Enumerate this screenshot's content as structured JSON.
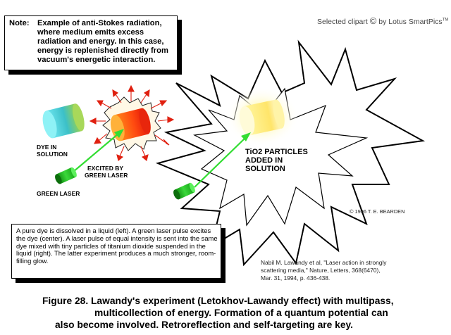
{
  "note": {
    "prefix": "Note:",
    "lines": [
      "Example of anti-Stokes radiation,",
      "where medium emits excess",
      "radiation and energy.  In this case,",
      "energy is replenished directly from",
      "vacuum's energetic interaction."
    ]
  },
  "clipart_credit": "Selected clipart",
  "clipart_copyright": "©",
  "clipart_by": "by Lotus SmartPics",
  "clipart_tm": "TM",
  "labels": {
    "dye_line1": "DYE IN",
    "dye_line2": "SOLUTION",
    "excited_line1": "EXCITED BY",
    "excited_line2": "GREEN LASER",
    "green_laser": "GREEN LASER",
    "tio2_line1": "TiO2 PARTICLES",
    "tio2_line2": "ADDED IN",
    "tio2_line3": "SOLUTION"
  },
  "copyright_bearden": "©   1996   T. E. BEARDEN",
  "description": "A pure dye is dissolved in a liquid (left).  A green laser pulse excites the dye (center).  A laser pulse of equal intensity is sent into the same dye mixed with tiny particles of titanium dioxide suspended in the liquid (right).  The latter experiment produces a much stronger, room-filling glow.",
  "reference": {
    "line1": "Nabil M. Lawandy et al, \"Laser action in strongly",
    "line2": "scattering media,\"  Nature, Letters, 368(6470),",
    "line3": "Mar. 31, 1994, p. 436-438."
  },
  "caption": {
    "line1": "Figure 28.  Lawandy's experiment (Letokhov-Lawandy effect) with multipass,",
    "line2": "multicollection of energy.  Formation of a quantum potential can",
    "line3": "also become involved.  Retroreflection and self-targeting are key."
  },
  "colors": {
    "laser_green": "#22cc22",
    "beam_green": "#33dd33",
    "burst_red": "#e02010",
    "glow_yellow": "#fff27a"
  },
  "icons": [
    "green-laser-icon",
    "dye-cylinder-icon",
    "excited-cylinder-icon",
    "glowing-cylinder-icon",
    "starburst-explosion-icon",
    "red-ray-arrow-icon"
  ]
}
